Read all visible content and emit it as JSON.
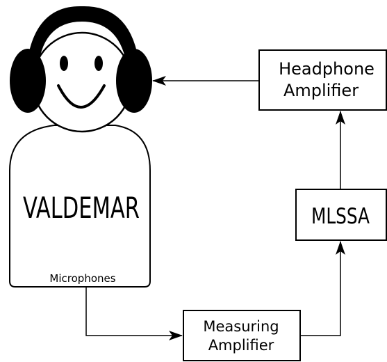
{
  "person": {
    "name": "VALDEMAR",
    "microphones_label": "Microphones"
  },
  "blocks": {
    "headphone_amplifier": {
      "line1": "Headphone",
      "line2": "Amplifier"
    },
    "mlssa": {
      "label": "MLSSA"
    },
    "measuring_amplifier": {
      "line1": "Measuring",
      "line2": "Amplifier"
    }
  },
  "colors": {
    "stroke": "#000000",
    "background": "#ffffff"
  }
}
